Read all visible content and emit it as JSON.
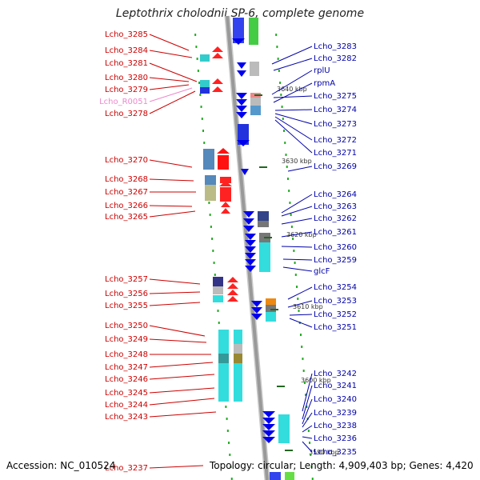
{
  "title": "Leptothrix cholodnii SP-6, complete genome",
  "accession": "Accession: NC_010524",
  "topology": "Topology: circular; Length: 4,909,403 bp; Genes: 4,420",
  "colors": {
    "left_label": "#cc0000",
    "right_label": "#0000aa",
    "rna_label": "#ee88cc",
    "forward": "#ff0000",
    "reverse": "#0000ee",
    "backbone": "#999999",
    "dots": "#22aa22"
  },
  "ticks": [
    "3640 kbp",
    "3630 kbp",
    "3620 kbp",
    "3610 kbp",
    "3600 kbp",
    "3590 kbp"
  ],
  "left_genes": [
    {
      "id": "Lcho_3285"
    },
    {
      "id": "Lcho_3284"
    },
    {
      "id": "Lcho_3281"
    },
    {
      "id": "Lcho_3280"
    },
    {
      "id": "Lcho_3279"
    },
    {
      "id": "Lcho_R0051",
      "rna": true
    },
    {
      "id": "Lcho_3278"
    },
    {
      "id": "Lcho_3270"
    },
    {
      "id": "Lcho_3268"
    },
    {
      "id": "Lcho_3267"
    },
    {
      "id": "Lcho_3266"
    },
    {
      "id": "Lcho_3265"
    },
    {
      "id": "Lcho_3257"
    },
    {
      "id": "Lcho_3256"
    },
    {
      "id": "Lcho_3255"
    },
    {
      "id": "Lcho_3250"
    },
    {
      "id": "Lcho_3249"
    },
    {
      "id": "Lcho_3248"
    },
    {
      "id": "Lcho_3247"
    },
    {
      "id": "Lcho_3246"
    },
    {
      "id": "Lcho_3245"
    },
    {
      "id": "Lcho_3244"
    },
    {
      "id": "Lcho_3243"
    },
    {
      "id": "Lcho_3237"
    }
  ],
  "right_genes": [
    {
      "id": "Lcho_3283"
    },
    {
      "id": "Lcho_3282"
    },
    {
      "id": "rplU"
    },
    {
      "id": "rpmA"
    },
    {
      "id": "Lcho_3275"
    },
    {
      "id": "Lcho_3274"
    },
    {
      "id": "Lcho_3273"
    },
    {
      "id": "Lcho_3272"
    },
    {
      "id": "Lcho_3271"
    },
    {
      "id": "Lcho_3269"
    },
    {
      "id": "Lcho_3264"
    },
    {
      "id": "Lcho_3263"
    },
    {
      "id": "Lcho_3262"
    },
    {
      "id": "Lcho_3261"
    },
    {
      "id": "Lcho_3260"
    },
    {
      "id": "Lcho_3259"
    },
    {
      "id": "glcF"
    },
    {
      "id": "Lcho_3254"
    },
    {
      "id": "Lcho_3253"
    },
    {
      "id": "Lcho_3252"
    },
    {
      "id": "Lcho_3251"
    },
    {
      "id": "Lcho_3242"
    },
    {
      "id": "Lcho_3241"
    },
    {
      "id": "Lcho_3240"
    },
    {
      "id": "Lcho_3239"
    },
    {
      "id": "Lcho_3238"
    },
    {
      "id": "Lcho_3236"
    },
    {
      "id": "Lcho_3235"
    }
  ]
}
